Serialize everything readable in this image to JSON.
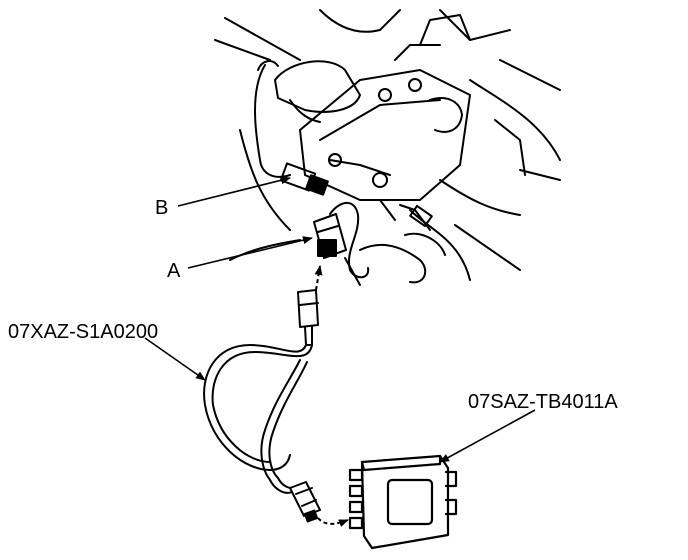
{
  "callouts": {
    "label_b": "B",
    "label_a": "A",
    "tool_cable": "07XAZ-S1A0200",
    "tool_box": "07SAZ-TB4011A"
  },
  "colors": {
    "ink": "#000000",
    "background": "#ffffff"
  }
}
